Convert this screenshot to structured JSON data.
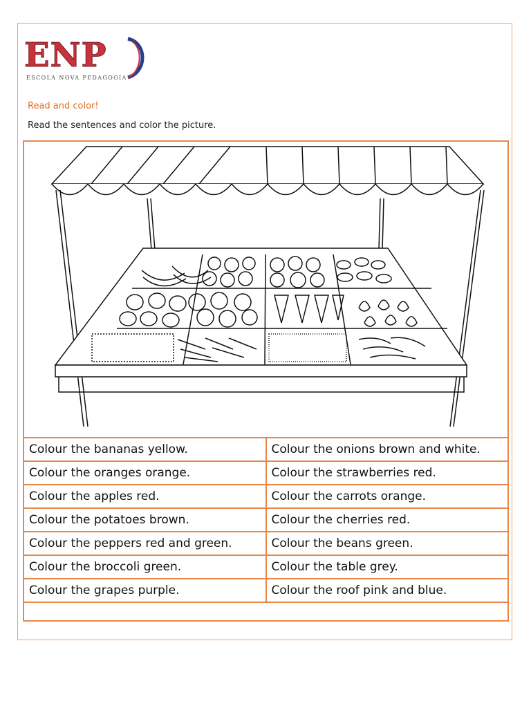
{
  "logo": {
    "name": "ENP",
    "subtitle": "ESCOLA NOVA PEDAGOGIA",
    "colors": {
      "red": "#c8323c",
      "blue": "#2a3c8c"
    }
  },
  "heading": "Read and color!",
  "instruction": "Read the sentences and color the picture.",
  "accent_color": "#e9874a",
  "picture": {
    "subject": "market stall with fruit and vegetables"
  },
  "tasks": {
    "rows": [
      [
        "Colour the bananas yellow.",
        "Colour the onions brown and white."
      ],
      [
        "Colour the oranges orange.",
        "Colour the strawberries red."
      ],
      [
        "Colour the apples red.",
        "Colour the carrots orange."
      ],
      [
        "Colour the potatoes brown.",
        "Colour the cherries red."
      ],
      [
        "Colour the peppers red and green.",
        "Colour the beans green."
      ],
      [
        "Colour the broccoli green.",
        "Colour the table grey."
      ],
      [
        "Colour the grapes purple.",
        "Colour the roof pink and blue."
      ]
    ]
  }
}
